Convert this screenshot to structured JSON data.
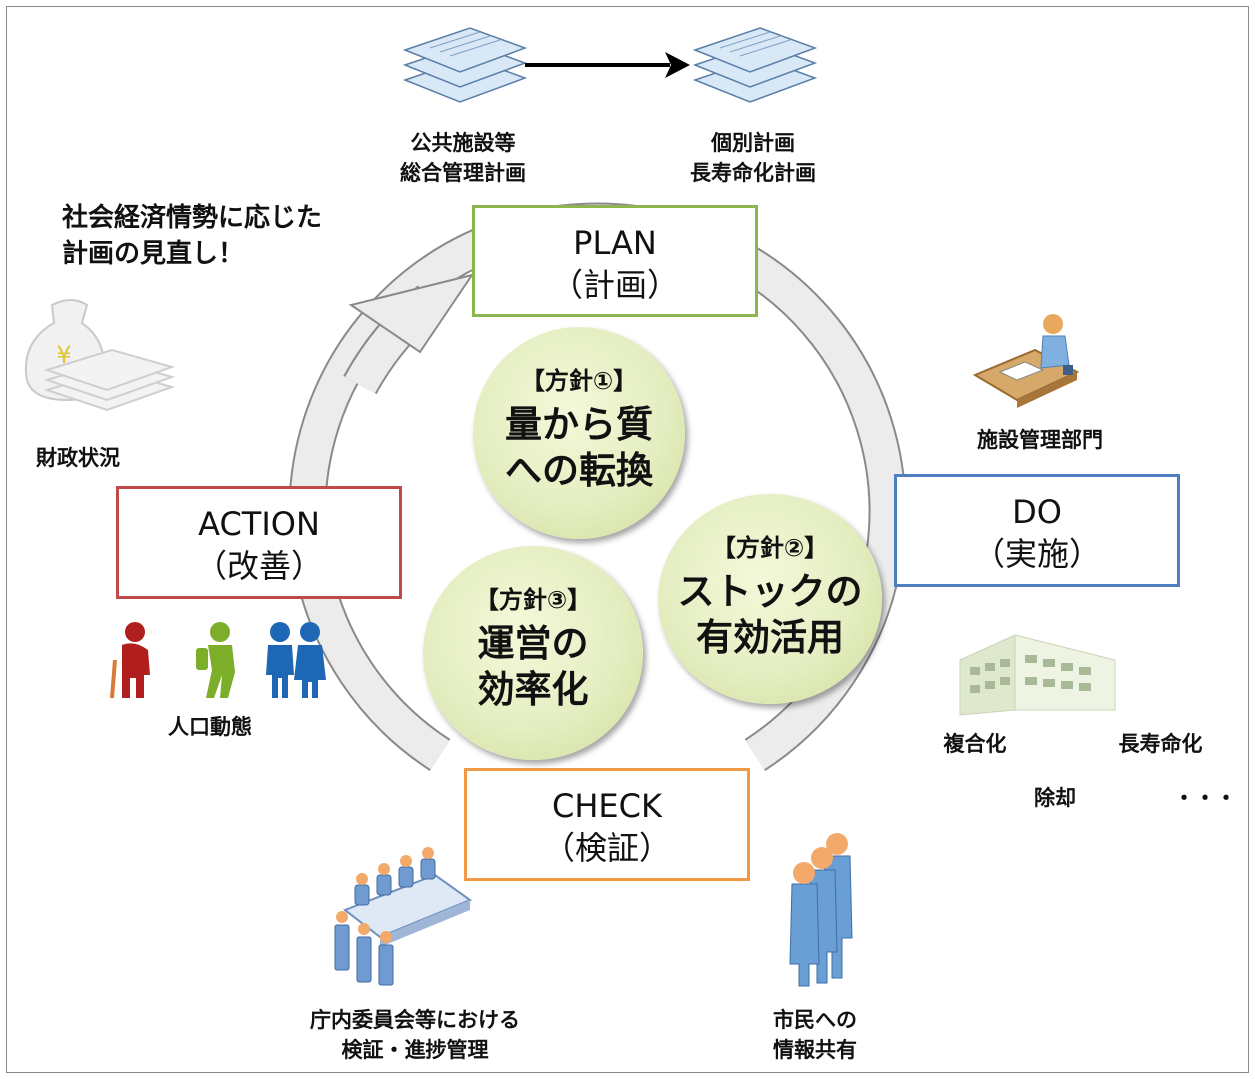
{
  "plan": {
    "title": "PLAN",
    "sub": "（計画）"
  },
  "do": {
    "title": "DO",
    "sub": "（実施）"
  },
  "check": {
    "title": "CHECK",
    "sub": "（検証）"
  },
  "action": {
    "title": "ACTION",
    "sub": "（改善）"
  },
  "policies": [
    {
      "tag": "【方針①】",
      "text": "量から質\nへの転換"
    },
    {
      "tag": "【方針②】",
      "text": "ストックの\n有効活用"
    },
    {
      "tag": "【方針③】",
      "text": "運営の\n効率化"
    }
  ],
  "labels": {
    "doc1": "公共施設等\n総合管理計画",
    "doc2": "個別計画\n長寿命化計画",
    "review": "社会経済情勢に応じた\n計画の見直し！",
    "finance": "財政状況",
    "population": "人口動態",
    "facility_dept": "施設管理部門",
    "complex": "複合化",
    "longlife": "長寿命化",
    "removal": "除却",
    "ellipsis": "・・・",
    "committee": "庁内委員会等における\n検証・進捗管理",
    "citizen": "市民への\n情報共有"
  },
  "colors": {
    "plan": "#8db650",
    "do": "#4f7fc0",
    "check": "#f09a46",
    "action": "#c0494a",
    "cycle": "#e8e8e8"
  }
}
